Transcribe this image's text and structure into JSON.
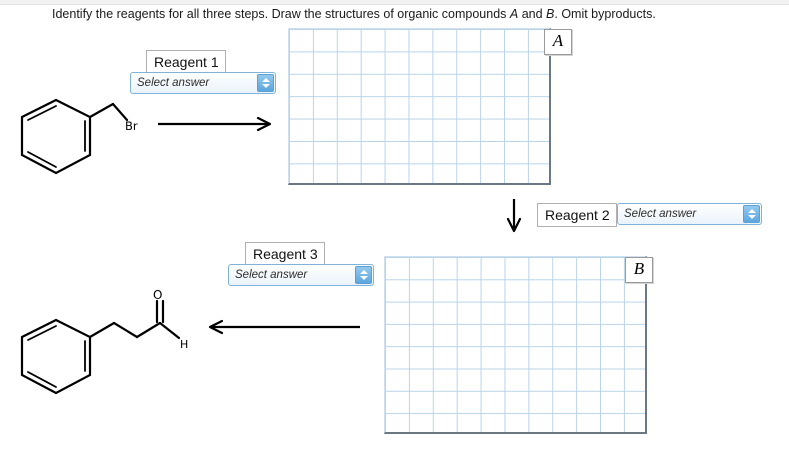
{
  "prompt": {
    "part1": "Identify the reagents for all three steps. Draw the structures of organic compounds ",
    "italic_a": "A",
    "part2": " and ",
    "italic_b": "B",
    "part3": ". Omit byproducts."
  },
  "reagents": [
    {
      "label": "Reagent 1",
      "value": "Select answer"
    },
    {
      "label": "Reagent 2",
      "value": "Select answer"
    },
    {
      "label": "Reagent 3",
      "value": "Select answer"
    }
  ],
  "answer_boxes": [
    {
      "letter": "A",
      "columns": 11,
      "rows": 7
    },
    {
      "letter": "B",
      "columns": 11,
      "rows": 8
    }
  ],
  "molecules": {
    "starting_material": {
      "name": "benzyl bromide",
      "atom_labels": [
        "Br"
      ]
    },
    "product": {
      "name": "3-phenylpropanal",
      "atom_labels": [
        "O",
        "H"
      ]
    }
  },
  "arrows": [
    {
      "name": "step1-arrow",
      "direction": "right"
    },
    {
      "name": "step2-arrow",
      "direction": "down"
    },
    {
      "name": "step3-arrow",
      "direction": "left"
    }
  ],
  "colors": {
    "grid_line": "#b9d4e8",
    "grid_edge": "#6b7884",
    "select_border": "#7fb3d9",
    "spinner": "#5ba7de",
    "structure": "#000000"
  }
}
